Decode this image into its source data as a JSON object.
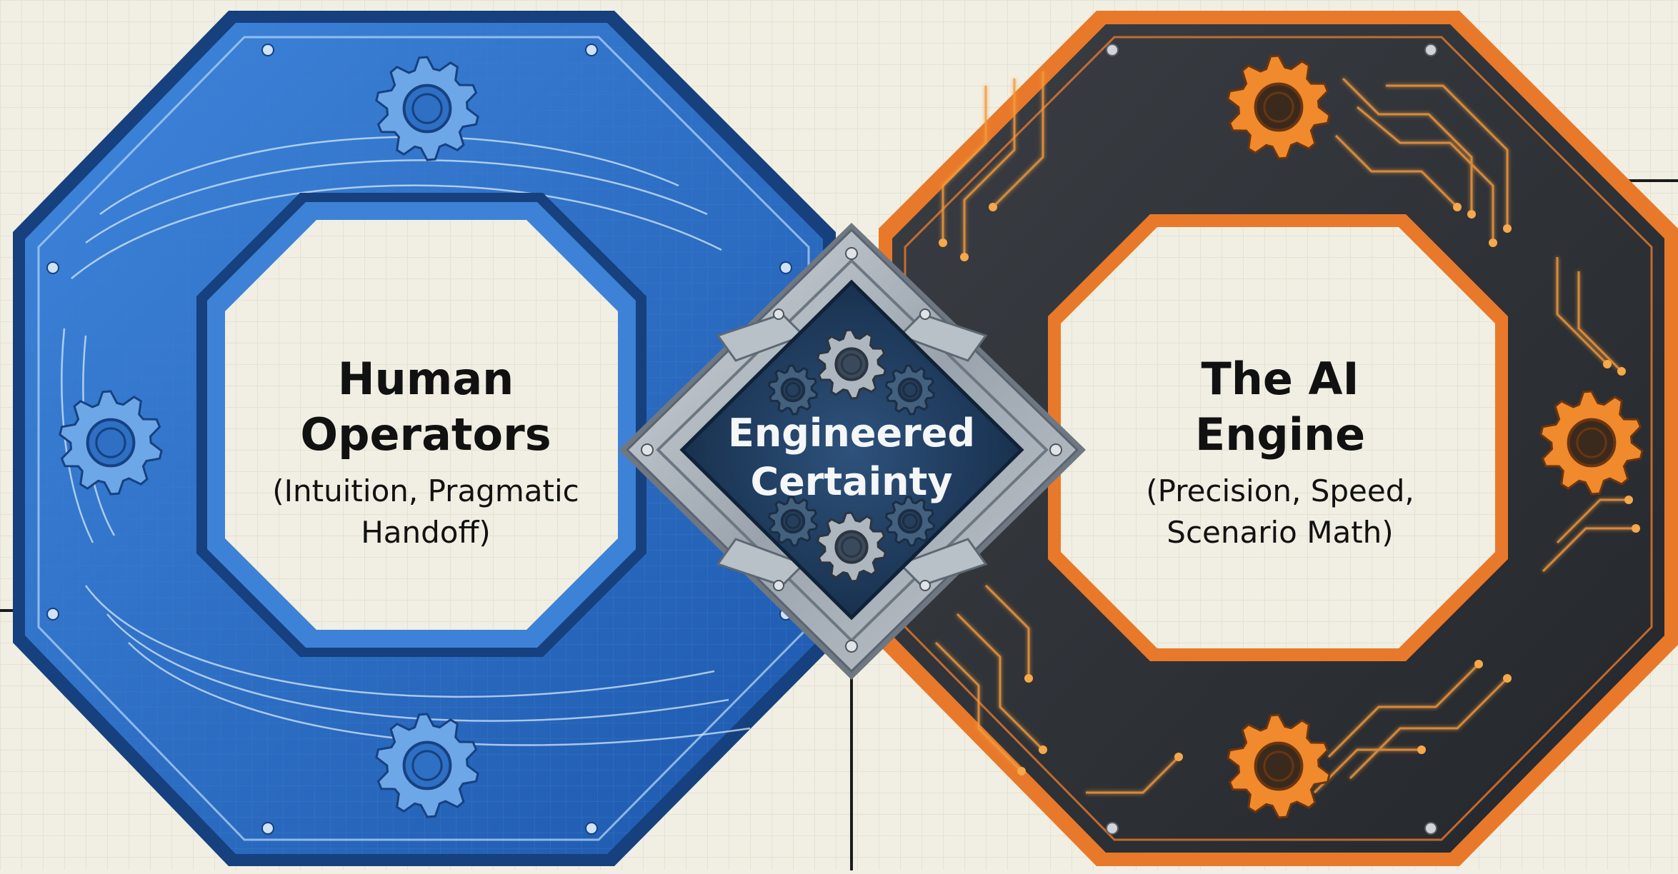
{
  "left_octagon": {
    "title_lines": [
      "Human",
      "Operators"
    ],
    "subtitle_lines": [
      "(Intuition, Pragmatic",
      "Handoff)"
    ]
  },
  "center_badge": {
    "text_lines": [
      "Engineered",
      "Certainty"
    ]
  },
  "right_octagon": {
    "title_lines": [
      "The AI",
      "Engine"
    ],
    "subtitle_lines": [
      "(Precision, Speed,",
      "Scenario Math)"
    ]
  },
  "colors": {
    "background": "#f1efe3",
    "grid_line": "#d9d5c4",
    "blue_ring": "#2b6cc4",
    "blue_ring_dark": "#17407e",
    "orange_ring": "#e8792a",
    "dark_ring": "#2c2f34",
    "steel": "#9aa3ad",
    "badge_navy": "#1f3b5c",
    "text_dark": "#111111",
    "text_light": "#f4f6f8"
  }
}
